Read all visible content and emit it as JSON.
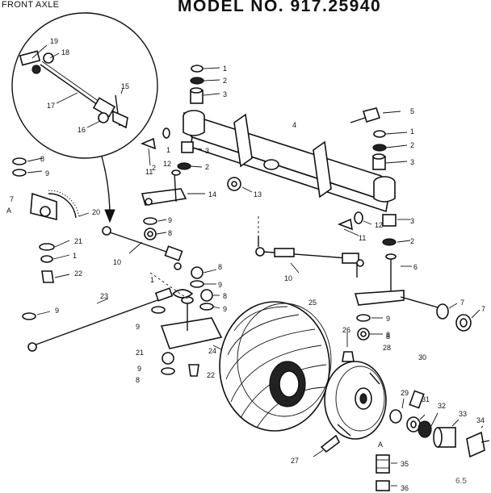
{
  "header": {
    "section": "FRONT AXLE",
    "model": "MODEL NO. 917.25940",
    "page_code": "6.5"
  },
  "inset": {
    "callouts": [
      "19",
      "18",
      "15",
      "17",
      "16"
    ]
  },
  "callouts": {
    "right": [
      "1",
      "2",
      "3",
      "5",
      "1",
      "2",
      "3",
      "3",
      "2",
      "12",
      "11",
      "6",
      "7",
      "7",
      "9",
      "8"
    ],
    "center": [
      "4",
      "13",
      "14",
      "12",
      "2",
      "3",
      "1",
      "2",
      "11",
      "9",
      "8",
      "8",
      "9",
      "8",
      "9",
      "1",
      "24",
      "22",
      "10",
      "10"
    ],
    "left": [
      "8",
      "9",
      "20",
      "21",
      "1",
      "22",
      "23",
      "9",
      "9",
      "21",
      "9",
      "8",
      "7",
      "A"
    ],
    "wheel": [
      "25",
      "26",
      "28",
      "8",
      "30",
      "29",
      "31",
      "32",
      "33",
      "34",
      "27",
      "A",
      "35",
      "36"
    ]
  },
  "colors": {
    "ink": "#111111",
    "paper": "#ffffff"
  }
}
